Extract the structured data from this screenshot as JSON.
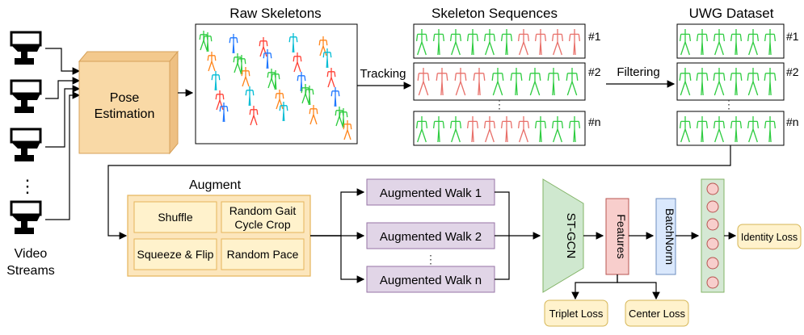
{
  "sources": {
    "label_line1": "Video",
    "label_line2": "Streams",
    "ellipsis": "⋮"
  },
  "pose": {
    "line1": "Pose",
    "line2": "Estimation"
  },
  "raw": {
    "title": "Raw Skeletons"
  },
  "tracking": {
    "label": "Tracking"
  },
  "sequences": {
    "title": "Skeleton Sequences",
    "rows": [
      {
        "tag": "#1"
      },
      {
        "tag": "#2"
      },
      {
        "tag": "#n"
      }
    ]
  },
  "filtering": {
    "label": "Filtering"
  },
  "dataset": {
    "title": "UWG Dataset",
    "rows": [
      {
        "tag": "#1"
      },
      {
        "tag": "#2"
      },
      {
        "tag": "#n"
      }
    ]
  },
  "augment": {
    "title": "Augment",
    "ops": [
      {
        "line1": "Shuffle",
        "line2": ""
      },
      {
        "line1": "Random Gait",
        "line2": "Cycle Crop"
      },
      {
        "line1": "Squeeze & Flip",
        "line2": ""
      },
      {
        "line1": "Random Pace",
        "line2": ""
      }
    ]
  },
  "walks": {
    "items": [
      "Augmented Walk 1",
      "Augmented Walk 2",
      "Augmented Walk n"
    ],
    "ellipsis": "⋮"
  },
  "model": {
    "stgcn": "ST-GCN",
    "features": "Features",
    "batchnorm": "BatchNorm",
    "identity_loss": "Identity Loss",
    "triplet_loss": "Triplet Loss",
    "center_loss": "Center Loss"
  },
  "colors": {
    "pose_fill": "#f9d9a6",
    "pose_stroke": "#d6a15a",
    "augment_fill": "#fce6bc",
    "augment_stroke": "#e6b45a",
    "walk_fill": "#e1d5e7",
    "walk_stroke": "#9673a6",
    "stgcn_fill": "#cfe8cf",
    "features_fill": "#f8cecc",
    "batchnorm_fill": "#dae8fc",
    "fc_fill": "#d5e8d4",
    "node_fill": "#f8cecc",
    "loss_fill": "#fff2cc",
    "skeleton_green": "#2ecc40",
    "skeleton_red": "#e8706a"
  },
  "icons": [
    "camera-icon",
    "stick-figure-icon"
  ]
}
